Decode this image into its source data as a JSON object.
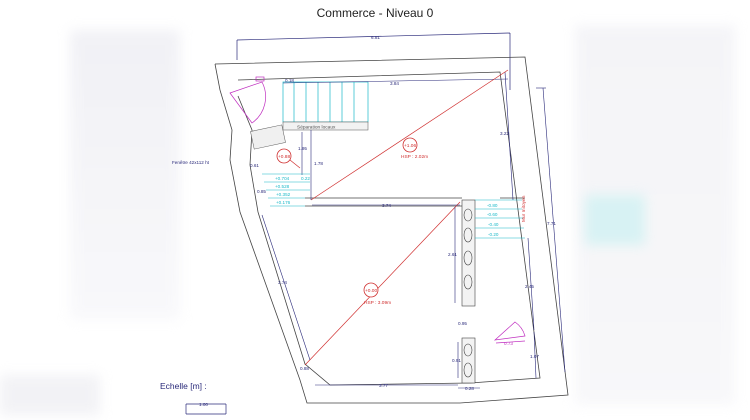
{
  "title": "Commerce - Niveau 0",
  "colors": {
    "wall": "#444444",
    "dimension": "#2a2a7a",
    "stairs": "#18b8c8",
    "diagonal": "#d03030",
    "door": "#c030c0",
    "background": "#ffffff"
  },
  "dimensions": {
    "overall_width": "6.81",
    "top_inner": "3.84",
    "small_top": "0.18",
    "right_upper": "3.22",
    "right_total": "7.71",
    "left_mid": "1.95",
    "stair_height": "1.78",
    "stair_riser": "0.22",
    "window_h": "0.61",
    "window_lower": "0.85",
    "mid_width": "3.74",
    "left_lower": "3.74",
    "pillar_upper": "2.61",
    "pillar_gap": "0.95",
    "pillar_lower": "0.91",
    "pillar_width": "0.28",
    "right_mid": "2.45",
    "right_lower": "1.07",
    "door_width": "0.73",
    "bottom_width": "3.77",
    "bottom_left": "0.88"
  },
  "labels": {
    "separation": "Séparation locaux",
    "window": "Fenêtre 42x112 ht",
    "party_wall": "Mur mitoyen",
    "scale_title": "Echelle [m] :",
    "scale_value": "1.00"
  },
  "levels": {
    "upper_room": {
      "marker": "+1.06",
      "hsp": "HSP : 2.02m"
    },
    "landing": {
      "marker": "+0.88"
    },
    "lower_room": {
      "marker": "+0.00",
      "hsp": "HSP : 3.09m"
    }
  },
  "left_stairs": [
    "+0.704",
    "+0.528",
    "+0.352",
    "+0.176"
  ],
  "right_stairs": [
    "-0.80",
    "-0.60",
    "-0.40",
    "-0.20"
  ]
}
